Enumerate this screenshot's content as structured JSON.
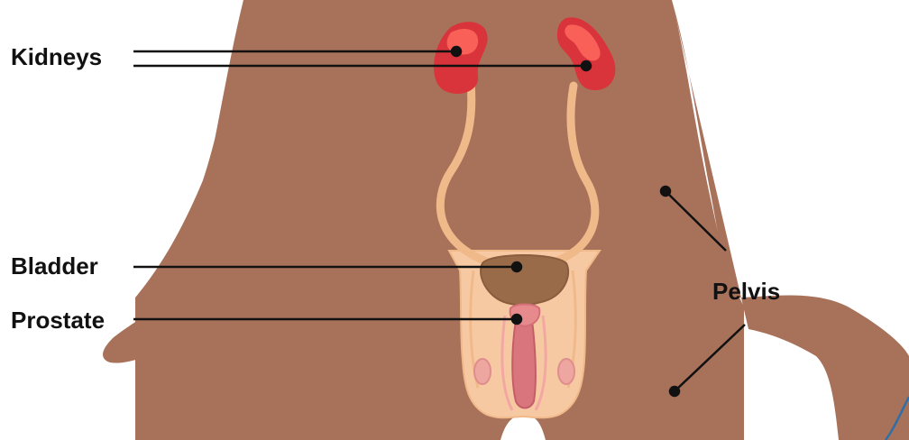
{
  "labels": {
    "kidneys": "Kidneys",
    "bladder": "Bladder",
    "prostate": "Prostate",
    "pelvis": "Pelvis"
  },
  "colors": {
    "skin": "#a8715a",
    "kidney": "#d9333b",
    "kidney_highlight": "#ff6b60",
    "ureter": "#f0b98a",
    "bladder": "#9a6b49",
    "pelvic_region": "#f7c9a3",
    "prostate": "#e78a8e",
    "leader_line": "#111111",
    "background": "#ffffff",
    "corner_accent": "#2f6fa8"
  }
}
